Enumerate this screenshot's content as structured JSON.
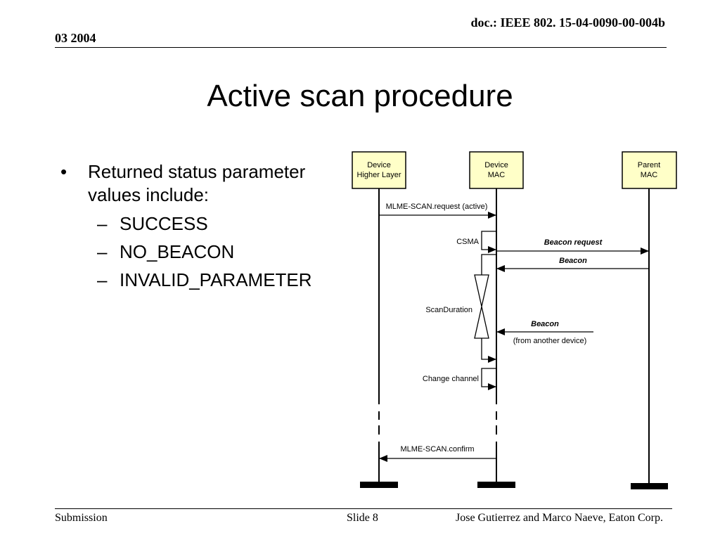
{
  "header": {
    "doc_id": "doc.: IEEE 802. 15-04-0090-00-004b",
    "date": "03 2004"
  },
  "slide": {
    "title": "Active scan procedure",
    "bullet": "Returned status parameter values include:",
    "sub_bullets": [
      "SUCCESS",
      "NO_BEACON",
      "INVALID_PARAMETER"
    ]
  },
  "diagram": {
    "entities": [
      {
        "line1": "Device",
        "line2": "Higher Layer"
      },
      {
        "line1": "Device",
        "line2": "MAC"
      },
      {
        "line1": "Parent",
        "line2": "MAC"
      }
    ],
    "messages": {
      "scan_request": "MLME-SCAN.request (active)",
      "csma": "CSMA",
      "beacon_request": "Beacon request",
      "beacon": "Beacon",
      "scan_duration": "ScanDuration",
      "beacon_other": "Beacon",
      "from_other": "(from another device)",
      "change_channel": "Change channel",
      "scan_confirm": "MLME-SCAN.confirm"
    },
    "colors": {
      "entity_fill": "#ffffc8",
      "line": "#000000"
    }
  },
  "footer": {
    "left": "Submission",
    "center": "Slide 8",
    "right": "Jose Gutierrez and Marco Naeve, Eaton Corp."
  }
}
